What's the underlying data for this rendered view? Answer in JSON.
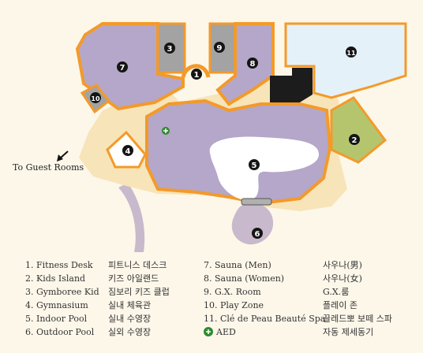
{
  "map": {
    "direction_label": "To Guest Rooms",
    "markers": [
      {
        "id": "1"
      },
      {
        "id": "2"
      },
      {
        "id": "3"
      },
      {
        "id": "4"
      },
      {
        "id": "5"
      },
      {
        "id": "6"
      },
      {
        "id": "7"
      },
      {
        "id": "8"
      },
      {
        "id": "9"
      },
      {
        "id": "10"
      },
      {
        "id": "11"
      }
    ],
    "colors": {
      "background": "#fdf7ea",
      "walkway": "#f7e4b8",
      "room": "#b5a7c9",
      "room_border": "#f39a2a",
      "pool": "#ffffff",
      "cle_de_peau": "#e4f1f8",
      "kids_island": "#b5c56e",
      "marker": "#151515",
      "aed": "#2e8b2e"
    }
  },
  "legend": {
    "items": [
      {
        "en": "1. Fitness Desk",
        "ko": "피트니스 데스크"
      },
      {
        "en": "2. Kids Island",
        "ko": "키즈 아일랜드"
      },
      {
        "en": "3. Gymboree Kid",
        "ko": "짐보리 키즈 클럽"
      },
      {
        "en": "4. Gymnasium",
        "ko": "실내 체육관"
      },
      {
        "en": "5. Indoor Pool",
        "ko": "실내 수영장"
      },
      {
        "en": "6. Outdoor Pool",
        "ko": "실외 수영장"
      },
      {
        "en": "7. Sauna (Men)",
        "ko": "사우나(男)"
      },
      {
        "en": "8. Sauna (Women)",
        "ko": "사우나(女)"
      },
      {
        "en": "9. G.X. Room",
        "ko": "G.X.룸"
      },
      {
        "en": "10. Play Zone",
        "ko": "플레이 존"
      },
      {
        "en": "11. Clé de Peau Beauté Spa",
        "ko": "끌레드뽀 보떼 스파"
      },
      {
        "en": "AED",
        "ko": "자동 제세동기"
      }
    ]
  }
}
